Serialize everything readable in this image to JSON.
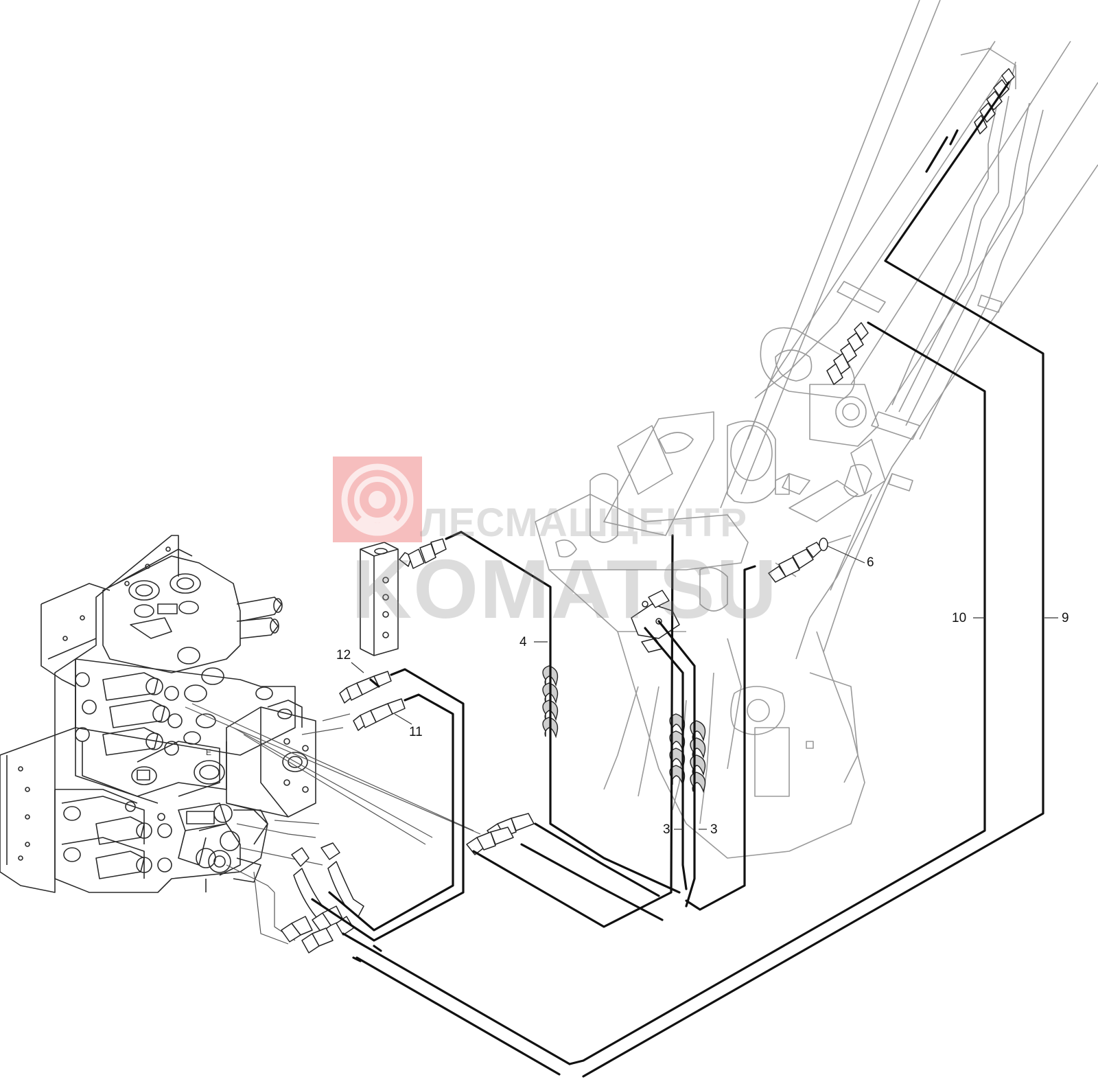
{
  "watermark": {
    "line1": "ЛЕСМАШЦЕНТР",
    "line2": "KOMATSU",
    "logo_color": "#f05050",
    "text_color": "#9a9a9a"
  },
  "callouts": [
    {
      "id": "3a",
      "label": "3"
    },
    {
      "id": "3b",
      "label": "3"
    },
    {
      "id": "4",
      "label": "4"
    },
    {
      "id": "6",
      "label": "6"
    },
    {
      "id": "9",
      "label": "9"
    },
    {
      "id": "10",
      "label": "10"
    },
    {
      "id": "11",
      "label": "11"
    },
    {
      "id": "12",
      "label": "12"
    }
  ],
  "colors": {
    "hose": "#111111",
    "drawing": "#2b2b2b",
    "ghost": "#8c8c8c"
  }
}
